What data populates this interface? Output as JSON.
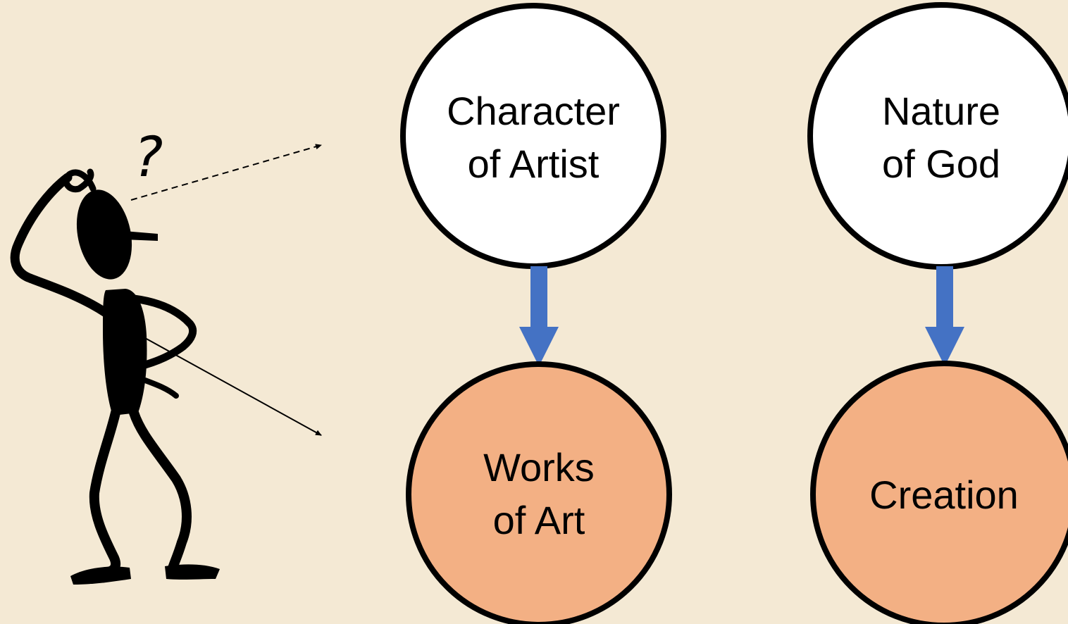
{
  "colors": {
    "background": "#f4e9d4",
    "top_node_fill": "#ffffff",
    "bottom_node_fill": "#f3b084",
    "node_stroke": "#000000",
    "arrow": "#4472c4"
  },
  "figure": {
    "icon": "thinking-stick-figure-icon",
    "thought_symbol": "?"
  },
  "columns": [
    {
      "top": {
        "line1": "Character",
        "line2": "of Artist"
      },
      "bottom": {
        "line1": "Works",
        "line2": "of Art"
      }
    },
    {
      "top": {
        "line1": "Nature",
        "line2": "of God"
      },
      "bottom": {
        "line1": "Creation",
        "line2": ""
      }
    }
  ]
}
